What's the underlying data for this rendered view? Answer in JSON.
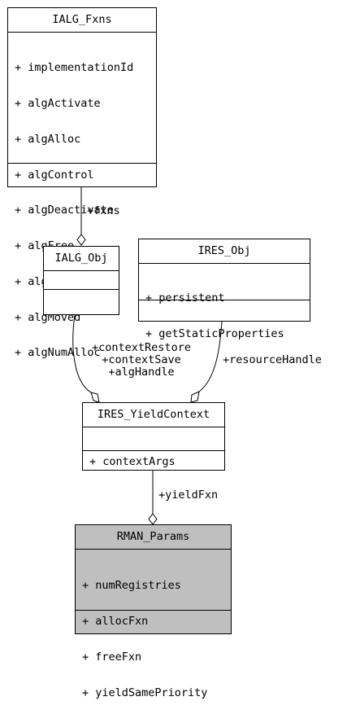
{
  "classes": {
    "ialg_fxns": {
      "name": "IALG_Fxns",
      "attributes": [
        "+ implementationId",
        "+ algActivate",
        "+ algAlloc",
        "+ algControl",
        "+ algDeactivate",
        "+ algFree",
        "+ algInit",
        "+ algMoved",
        "+ algNumAlloc"
      ]
    },
    "ialg_obj": {
      "name": "IALG_Obj"
    },
    "ires_obj": {
      "name": "IRES_Obj",
      "attributes": [
        "+ persistent",
        "+ getStaticProperties"
      ]
    },
    "ires_yieldcontext": {
      "name": "IRES_YieldContext",
      "attributes": [
        "+ contextArgs"
      ]
    },
    "rman_params": {
      "name": "RMAN_Params",
      "attributes": [
        "+ numRegistries",
        "+ allocFxn",
        "+ freeFxn",
        "+ yieldSamePriority"
      ]
    }
  },
  "edges": {
    "fxns": "+fxns",
    "context_labels": "+contextRestore\n+contextSave\n+algHandle",
    "resource_handle": "+resourceHandle",
    "yield_fxn": "+yieldFxn"
  },
  "colors": {
    "highlight": "#bfbfbf",
    "line": "#000000"
  }
}
